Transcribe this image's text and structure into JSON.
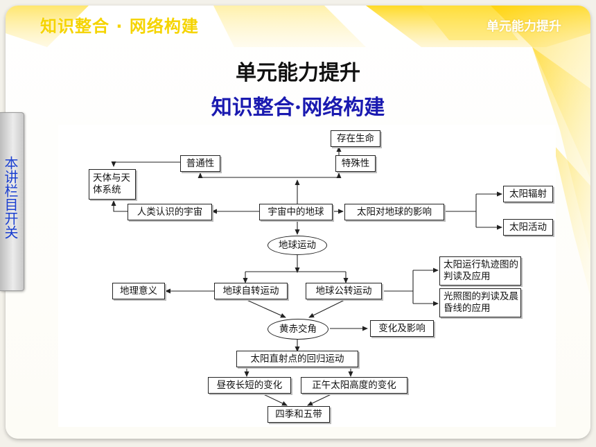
{
  "header": {
    "left_title": "知识整合 · 网络构建",
    "right_title": "单元能力提升"
  },
  "title": {
    "main": "单元能力提升",
    "sub": "知识整合·网络构建"
  },
  "side_tab": {
    "label": "本讲栏目开关"
  },
  "colors": {
    "header_yellow": "#f5d400",
    "title_blue": "#1a1ab0",
    "tab_text_blue": "#1a3fd0"
  },
  "diagram": {
    "nodes": {
      "cunzai_shengming": "存在生命",
      "putongxing": "普通性",
      "teshuxing": "特殊性",
      "tianti_xitong": "天体与天体系统",
      "renlei_renshi": "人类认识的宇宙",
      "yuzhou_diqiu": "宇宙中的地球",
      "taiyang_yingxiang": "太阳对地球的影响",
      "taiyang_fushe": "太阳辐射",
      "taiyang_huodong": "太阳活动",
      "diqiu_yundong": "地球运动",
      "dili_yiyi": "地理意义",
      "diqiu_zizhuan": "地球自转运动",
      "diqiu_gongzhuan": "地球公转运动",
      "taiyang_guiji": "太阳运行轨迹图的判读及应用",
      "guangzhao_tu": "光照图的判读及晨昏线的应用",
      "huangchi_jiaojiao": "黄赤交角",
      "bianhua_yingxiang": "变化及影响",
      "zhishedian": "太阳直射点的回归运动",
      "zhouye_changduan": "昼夜长短的变化",
      "zhengwu_gaodu": "正午太阳高度的变化",
      "siji_wudai": "四季和五带"
    }
  }
}
